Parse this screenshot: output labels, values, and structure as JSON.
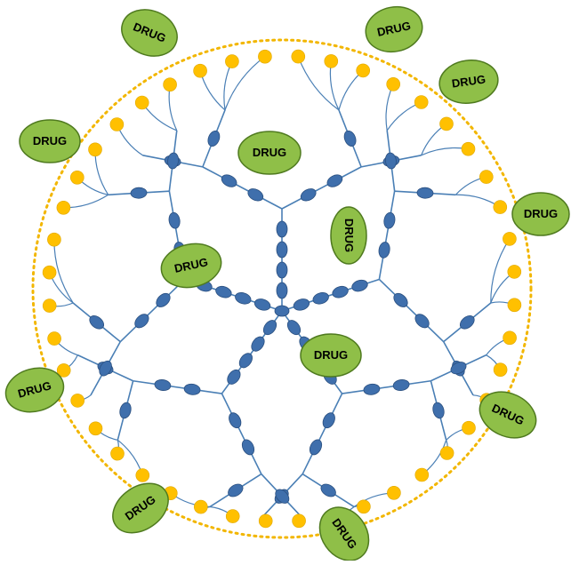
{
  "labels": {
    "drug": "DRUG"
  },
  "colors": {
    "background": "#ffffff",
    "boundary": "#f2b600",
    "branch_line": "#4a7fb5",
    "node_fill": "#3f6fac",
    "node_stroke": "#2a4f7f",
    "terminal_fill": "#ffc000",
    "drug_fill": "#8fbf48",
    "drug_stroke": "#4f7a1f",
    "drug_text": "#000000"
  },
  "drugs": [
    {
      "id": "drug-top-left",
      "label": "DRUG"
    },
    {
      "id": "drug-top-right",
      "label": "DRUG"
    },
    {
      "id": "drug-right-upper",
      "label": "DRUG"
    },
    {
      "id": "drug-left-upper",
      "label": "DRUG"
    },
    {
      "id": "drug-right-middle",
      "label": "DRUG"
    },
    {
      "id": "drug-left-lower",
      "label": "DRUG"
    },
    {
      "id": "drug-right-lower",
      "label": "DRUG"
    },
    {
      "id": "drug-bottom-left",
      "label": "DRUG"
    },
    {
      "id": "drug-bottom-center",
      "label": "DRUG"
    },
    {
      "id": "drug-inner-top",
      "label": "DRUG"
    },
    {
      "id": "drug-inner-right",
      "label": "DRUG"
    },
    {
      "id": "drug-inner-left",
      "label": "DRUG"
    },
    {
      "id": "drug-inner-center",
      "label": "DRUG"
    }
  ]
}
